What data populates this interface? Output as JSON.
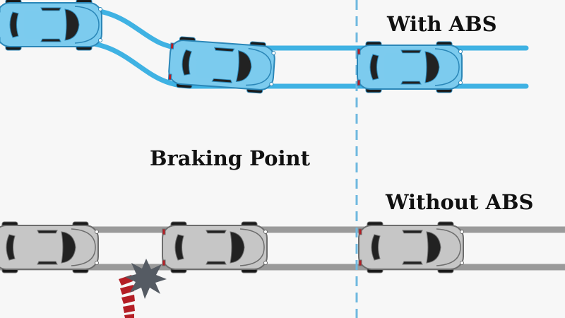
{
  "labels": {
    "with_abs": "With ABS",
    "braking_point": "Braking Point",
    "without_abs": "Without ABS"
  },
  "colors": {
    "background": "#f7f7f7",
    "abs_track": "#3fb2e3",
    "abs_car_body": "#7ccbee",
    "abs_car_outline": "#2b87b8",
    "no_abs_track": "#9a9a9a",
    "no_abs_car_body": "#c6c6c6",
    "no_abs_car_outline": "#6d6d6d",
    "window": "#222222",
    "skid_red": "#b41e25",
    "impact": "#555b63",
    "divider": "#6fb8df"
  },
  "icons": {
    "car": "car-top-view-icon",
    "impact": "impact-burst-icon",
    "skid": "skid-mark-icon"
  }
}
